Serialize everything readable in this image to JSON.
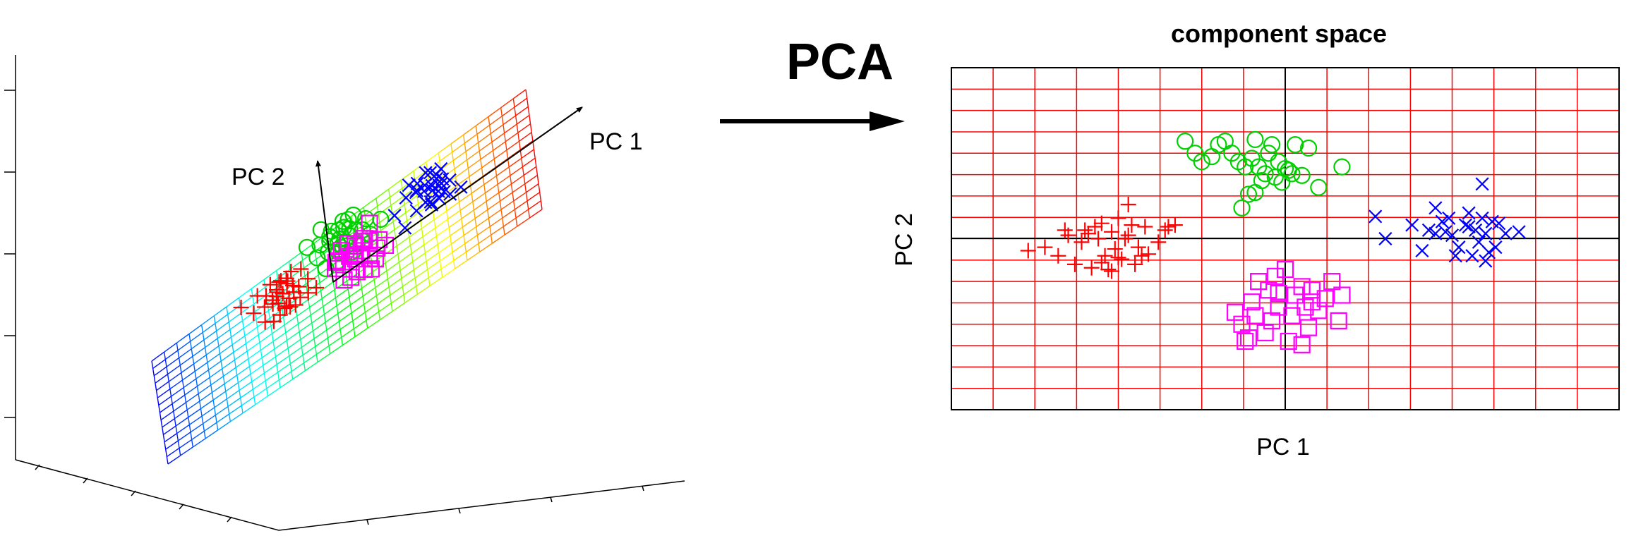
{
  "arrow_label": "PCA",
  "left_panel": {
    "pc1_label": "PC 1",
    "pc2_label": "PC 2"
  },
  "right_panel": {
    "title": "component space",
    "xlabel": "PC 1",
    "ylabel": "PC 2"
  },
  "colors": {
    "plus_class": "#ff0000",
    "circle_class": "#00d000",
    "square_class": "#ff00ff",
    "cross_class": "#0000ff",
    "grid": "#ff0000",
    "axes": "#000000"
  },
  "chart_data": {
    "type": "scatter",
    "title": "component space",
    "xlabel": "PC 1",
    "ylabel": "PC 2",
    "xlim": [
      -1,
      1
    ],
    "ylim": [
      -1,
      1
    ],
    "grid": true,
    "series": [
      {
        "marker": "plus",
        "color": "#ff0000",
        "x": [
          -0.77,
          -0.72,
          -0.68,
          -0.66,
          -0.65,
          -0.63,
          -0.61,
          -0.6,
          -0.59,
          -0.58,
          -0.57,
          -0.56,
          -0.55,
          -0.54,
          -0.53,
          -0.52,
          -0.51,
          -0.5,
          -0.49,
          -0.48,
          -0.47,
          -0.46,
          -0.45,
          -0.44,
          -0.43,
          -0.42,
          -0.41,
          -0.38,
          -0.36,
          -0.35,
          -0.33,
          -0.55,
          -0.52,
          -0.5,
          -0.47
        ],
        "y": [
          -0.07,
          -0.05,
          -0.1,
          0.05,
          0.02,
          -0.15,
          -0.02,
          0.05,
          0.03,
          -0.17,
          0.07,
          0.0,
          0.09,
          -0.1,
          -0.18,
          0.04,
          -0.06,
          0.12,
          -0.12,
          0.0,
          0.02,
          0.08,
          -0.15,
          -0.05,
          -0.1,
          0.07,
          -0.09,
          -0.02,
          0.05,
          0.07,
          0.08,
          -0.14,
          -0.19,
          -0.11,
          0.2
        ]
      },
      {
        "marker": "circle",
        "color": "#00d000",
        "x": [
          -0.3,
          -0.27,
          -0.25,
          -0.22,
          -0.2,
          -0.18,
          -0.16,
          -0.14,
          -0.12,
          -0.1,
          -0.09,
          -0.08,
          -0.07,
          -0.06,
          -0.05,
          -0.04,
          -0.03,
          -0.02,
          -0.01,
          0.0,
          0.01,
          0.02,
          0.03,
          0.05,
          0.07,
          0.1,
          0.17,
          -0.13,
          -0.11,
          -0.09
        ],
        "y": [
          0.57,
          0.5,
          0.45,
          0.48,
          0.55,
          0.57,
          0.5,
          0.45,
          0.42,
          0.47,
          0.58,
          0.42,
          0.34,
          0.38,
          0.5,
          0.55,
          0.36,
          0.45,
          0.33,
          0.41,
          0.4,
          0.38,
          0.55,
          0.37,
          0.53,
          0.3,
          0.42,
          0.18,
          0.26,
          0.27
        ]
      },
      {
        "marker": "square",
        "color": "#ff00ff",
        "x": [
          -0.15,
          -0.13,
          -0.12,
          -0.1,
          -0.09,
          -0.08,
          -0.06,
          -0.05,
          -0.04,
          -0.03,
          -0.02,
          0.0,
          0.01,
          0.02,
          0.03,
          0.05,
          0.06,
          0.07,
          0.08,
          0.1,
          0.12,
          0.14,
          0.16,
          0.17,
          -0.11,
          -0.02,
          0.05,
          0.08
        ],
        "y": [
          -0.43,
          -0.5,
          -0.6,
          -0.37,
          -0.45,
          -0.25,
          -0.55,
          -0.3,
          -0.48,
          -0.22,
          -0.4,
          -0.18,
          -0.6,
          -0.45,
          -0.33,
          -0.28,
          -0.4,
          -0.52,
          -0.3,
          -0.42,
          -0.35,
          -0.25,
          -0.48,
          -0.33,
          -0.58,
          -0.32,
          -0.62,
          -0.37
        ]
      },
      {
        "marker": "cross",
        "color": "#0000ff",
        "x": [
          0.27,
          0.3,
          0.38,
          0.41,
          0.43,
          0.45,
          0.47,
          0.48,
          0.49,
          0.5,
          0.52,
          0.54,
          0.55,
          0.56,
          0.57,
          0.58,
          0.59,
          0.6,
          0.61,
          0.62,
          0.63,
          0.64,
          0.66,
          0.7,
          0.45,
          0.51,
          0.55,
          0.6,
          0.59
        ],
        "y": [
          0.13,
          0.0,
          0.08,
          -0.07,
          0.05,
          0.18,
          0.1,
          0.04,
          0.12,
          0.02,
          -0.05,
          0.08,
          0.15,
          -0.1,
          0.05,
          -0.02,
          0.12,
          0.03,
          -0.08,
          0.1,
          -0.05,
          0.09,
          0.03,
          0.04,
          0.03,
          -0.1,
          0.07,
          -0.13,
          0.32
        ]
      }
    ]
  }
}
